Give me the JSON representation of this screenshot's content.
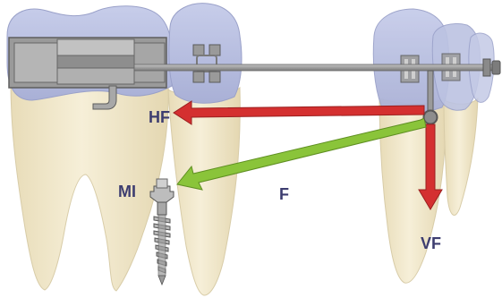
{
  "labels": {
    "horizontal_force": "HF",
    "resultant_force": "F",
    "vertical_force": "VF",
    "miniscrew": "MI"
  },
  "colors": {
    "enamel_crown": "#b7bedf",
    "root": "#f3ead0",
    "root_edge": "#dcd0ac",
    "metal": "#a3a3a3",
    "metal_dark": "#6e6e6e",
    "force_red": "#d43030",
    "force_green": "#8ac43a",
    "label_text": "#3d3d70"
  }
}
